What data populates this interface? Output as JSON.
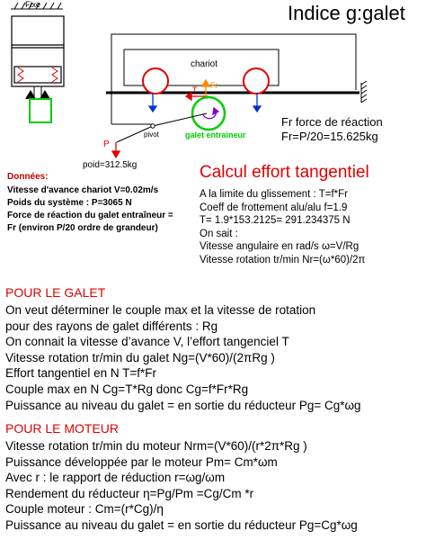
{
  "title": "Indice g:galet",
  "diagram": {
    "fixe_label": "Fixe",
    "chariot_label": "chariot",
    "t_label": "T",
    "fr_label": "Fr",
    "pivot_label": "pivot",
    "galet_label": "galet entraineur",
    "p_label": "P",
    "poid_label": "poid=312.5kg",
    "colors": {
      "red": "#e00000",
      "green": "#00cc00",
      "blue": "#0033cc",
      "orange": "#ff8800",
      "purple": "#8800cc"
    }
  },
  "fr_note": {
    "line1": "Fr force de réaction",
    "line2": "Fr=P/20=15.625kg"
  },
  "donnees": {
    "heading": "Données:",
    "lines": [
      "Vitesse d'avance chariot V=0.02m/s",
      "Poids du système : P=3065 N",
      "Force de réaction du galet entraîneur =",
      "Fr (environ P/20 ordre de grandeur)"
    ]
  },
  "calcul": {
    "heading": "Calcul effort tangentiel",
    "lines": [
      "A la limite du glissement :  T=f*Fr",
      "Coeff de frottement  alu/alu f=1.9",
      "T= 1.9*153.2125= 291.234375 N",
      "On sait :",
      "Vitesse angulaire en rad/s        ω=V/Rg",
      "Vitesse rotation tr/min          Nr=(ω*60)/2π"
    ]
  },
  "galet": {
    "heading": "POUR LE GALET",
    "lines": [
      "On veut déterminer le couple max et la vitesse de rotation",
      " pour des rayons de galet différents : Rg",
      "On connait la vitesse d’avance V,  l’effort tangenciel  T",
      "Vitesse rotation tr/min du galet    Ng=(V*60)/(2πRg )",
      " Effort tangentiel en N          T=f*Fr",
      "Couple max en N        Cg=T*Rg donc Cg=f*Fr*Rg",
      "Puissance au niveau du galet = en sortie du réducteur Pg= Cg*ωg"
    ]
  },
  "moteur": {
    "heading": "POUR LE MOTEUR",
    "lines": [
      "Vitesse rotation tr/min du moteur Nrm=(V*60)/(r*2π*Rg )",
      "Puissance développée par le moteur    Pm= Cm*ωm",
      "Avec r : le rapport de réduction        r=ωg/ωm",
      "Rendement du réducteur       η=Pg/Pm =Cg/Cm *r",
      "Couple moteur :  Cm=(r*Cg)/η",
      "Puissance au niveau du galet = en sortie du réducteur Pg=Cg*ωg"
    ]
  }
}
